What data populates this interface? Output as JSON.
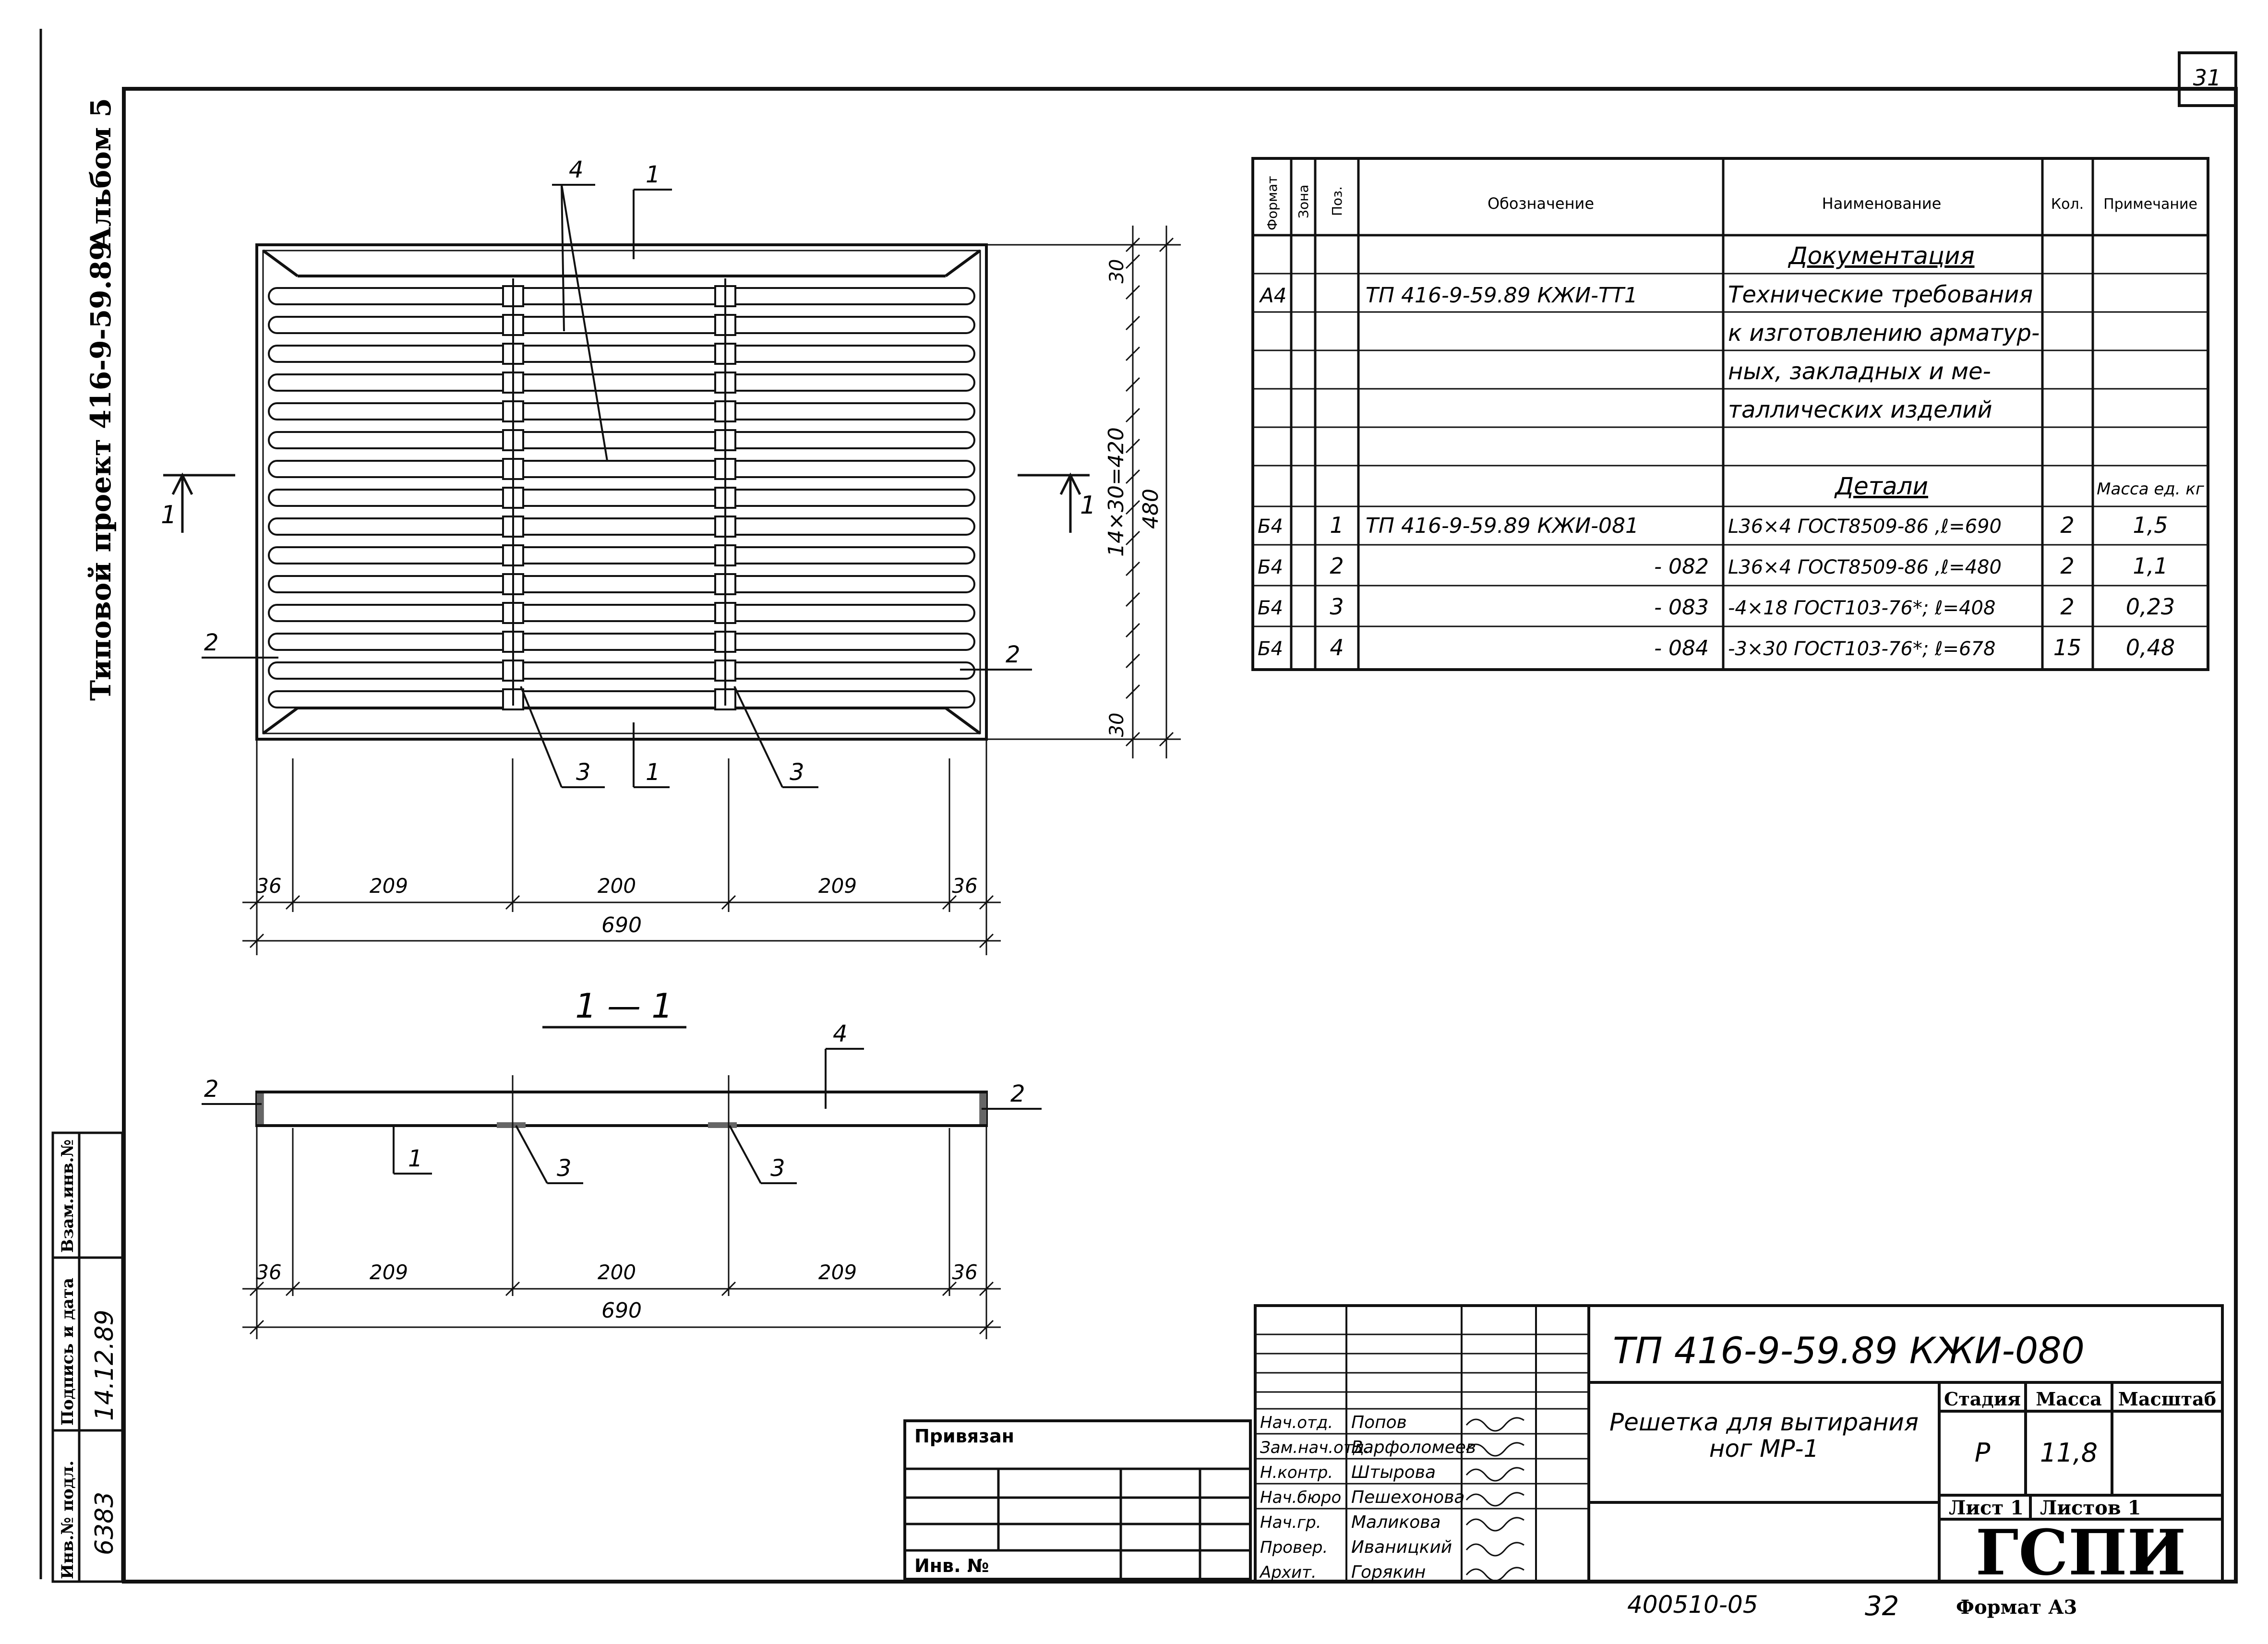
{
  "page_number": "31",
  "side_labels": {
    "album": "Альбом 5",
    "project": "Типовой проект 416-9-59.89"
  },
  "side_stamp": {
    "inv_label": "Инв.№ подл.",
    "inv_value": "6383",
    "sign_label": "Подпись и дата",
    "sign_value": "14.12.89",
    "replace_label": "Взам.инв.№"
  },
  "plan": {
    "dims_bottom": [
      "36",
      "209",
      "200",
      "209",
      "36"
    ],
    "dim_total": "690",
    "dims_right_top": "30",
    "dims_right_mid": "14×30=420",
    "dims_right_bottom": "30",
    "dim_right_total": "480",
    "callouts": {
      "pos1": "1",
      "pos2": "2",
      "pos3": "3",
      "pos4": "4"
    },
    "section_mark": "1"
  },
  "section": {
    "title": "1 — 1",
    "dims_bottom": [
      "36",
      "209",
      "200",
      "209",
      "36"
    ],
    "dim_total": "690",
    "callouts": {
      "pos1": "1",
      "pos2": "2",
      "pos3": "3",
      "pos4": "4"
    }
  },
  "spec_table": {
    "headers": [
      "Формат",
      "Зона",
      "Поз.",
      "Обозначение",
      "Наименование",
      "Кол.",
      "Примечание"
    ],
    "section_docs": "Документация",
    "doc_row": {
      "format": "А4",
      "designation": "ТП 416-9-59.89 КЖИ-ТТ1",
      "name_lines": [
        "Технические требования",
        "к изготовлению арматур-",
        "ных, закладных и ме-",
        "таллических изделий"
      ]
    },
    "section_details": "Детали",
    "mass_header": "Масса ед. кг",
    "rows": [
      {
        "format": "Б4",
        "pos": "1",
        "designation": "ТП 416-9-59.89 КЖИ-081",
        "name": "L36×4 ГОСТ8509-86 ,ℓ=690",
        "qty": "2",
        "note": "1,5"
      },
      {
        "format": "Б4",
        "pos": "2",
        "designation": "- 082",
        "name": "L36×4 ГОСТ8509-86 ,ℓ=480",
        "qty": "2",
        "note": "1,1"
      },
      {
        "format": "Б4",
        "pos": "3",
        "designation": "- 083",
        "name": "-4×18 ГОСТ103-76*; ℓ=408",
        "qty": "2",
        "note": "0,23"
      },
      {
        "format": "Б4",
        "pos": "4",
        "designation": "- 084",
        "name": "-3×30 ГОСТ103-76*; ℓ=678",
        "qty": "15",
        "note": "0,48"
      }
    ]
  },
  "binding_box": {
    "label": "Привязан",
    "inv_label": "Инв. №"
  },
  "title_block": {
    "code": "ТП 416-9-59.89 КЖИ-080",
    "drawing_name_lines": [
      "Решетка для вытирания",
      "ног МР-1"
    ],
    "stage_label": "Стадия",
    "mass_label": "Масса",
    "scale_label": "Масштаб",
    "stage_value": "Р",
    "mass_value": "11,8",
    "sheet_label": "Лист 1",
    "sheets_label": "Листов 1",
    "org": "ГСПИ",
    "signatures": [
      {
        "role": "Нач.отд.",
        "name": "Попов"
      },
      {
        "role": "Зам.нач.отд.",
        "name": "Варфоломеев"
      },
      {
        "role": "Н.контр.",
        "name": "Штырова"
      },
      {
        "role": "Нач.бюро",
        "name": "Пешехонова"
      },
      {
        "role": "Нач.гр.",
        "name": "Маликова"
      },
      {
        "role": "Провер.",
        "name": "Иваницкий"
      },
      {
        "role": "Архит.",
        "name": "Горякин"
      }
    ]
  },
  "footer": {
    "archive": "400510-05",
    "page": "32",
    "format": "Формат А3"
  }
}
